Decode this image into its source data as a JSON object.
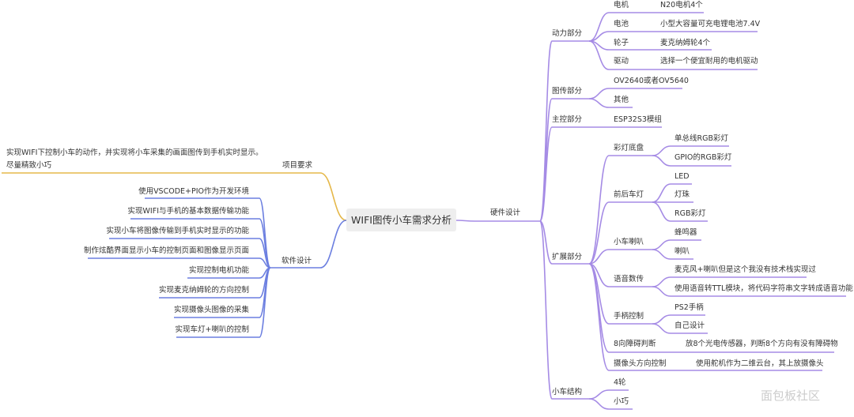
{
  "center": "WIFI图传小车需求分析",
  "colors": {
    "hardware": "#a58be5",
    "requirement": "#e5b84a",
    "software": "#6c7fe0"
  },
  "requirement": {
    "label": "项目要求",
    "notes": [
      "实现WIFI下控制小车的动作，并实现将小车采集的画面图传到手机实时显示。",
      "尽量精致小巧"
    ]
  },
  "software": {
    "label": "软件设计",
    "items": [
      "使用VSCODE+PIO作为开发环境",
      "实现WIFI与手机的基本数据传输功能",
      "实现小车将图像传输到手机实时显示的功能",
      "制作炫酷界面显示小车的控制页面和图像显示页面",
      "实现控制电机功能",
      "实现麦克纳姆轮的方向控制",
      "实现摄像头图像的采集",
      "实现车灯+喇叭的控制"
    ]
  },
  "hardware": {
    "label": "硬件设计",
    "power": {
      "label": "动力部分",
      "items": [
        {
          "k": "电机",
          "v": "N20电机4个"
        },
        {
          "k": "电池",
          "v": "小型大容量可充电锂电池7.4V"
        },
        {
          "k": "轮子",
          "v": "麦克纳姆轮4个"
        },
        {
          "k": "驱动",
          "v": "选择一个便宜耐用的电机驱动"
        }
      ]
    },
    "image": {
      "label": "图传部分",
      "items": [
        "OV2640或者OV5640",
        "其他"
      ]
    },
    "mcu": {
      "label": "主控部分",
      "items": [
        "ESP32S3模组"
      ]
    },
    "ext": {
      "label": "扩展部分",
      "chassis": {
        "label": "彩灯底盘",
        "items": [
          "单总线RGB彩灯",
          "GPIO的RGB彩灯"
        ]
      },
      "lights": {
        "label": "前后车灯",
        "items": [
          "LED",
          "灯珠",
          "RGB彩灯"
        ]
      },
      "horn": {
        "label": "小车喇叭",
        "items": [
          "蜂鸣器",
          "喇叭"
        ]
      },
      "voice": {
        "label": "语音数传",
        "items": [
          "麦克风+喇叭但是这个我没有技术栈实现过",
          "使用语音转TTL模块，将代码字符串文字转成语音功能"
        ]
      },
      "pad": {
        "label": "手柄控制",
        "items": [
          "PS2手柄",
          "自己设计"
        ]
      },
      "obstacle": {
        "label": "8向障碍判断",
        "v": "放8个光电传感器，判断8个方向有没有障碍物"
      },
      "camera": {
        "label": "摄像头方向控制",
        "v": "使用舵机作为二维云台，其上放摄像头"
      }
    },
    "body": {
      "label": "小车结构",
      "items": [
        "4轮",
        "小巧"
      ]
    }
  },
  "watermark": "面包板社区"
}
